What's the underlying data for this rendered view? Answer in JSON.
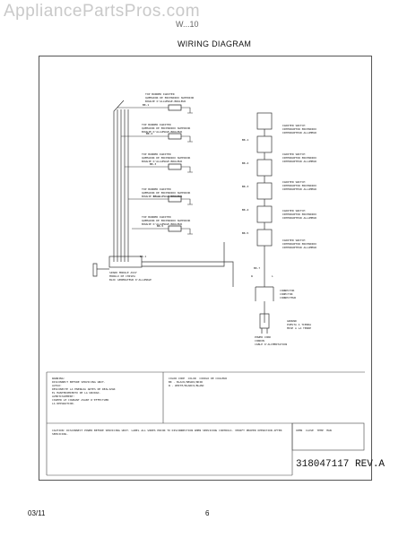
{
  "header": {
    "watermark": "AppliancePartsPros.com",
    "model_text": "W...10",
    "title": "WIRING DIAGRAM"
  },
  "diagram": {
    "burners": [
      {
        "tag": "TOP BURNER IGNITER",
        "es": "QUEMADOR DE ENCENDIDO SUPERIOR",
        "fr": "BOUGIE D'ALLUMAGE-BRULEUR",
        "wire": "BK-1"
      },
      {
        "tag": "TOP BURNER IGNITER",
        "es": "QUEMADOR DE ENCENDIDO SUPERIOR",
        "fr": "BOUGIE D'ALLUMAGE-BRULEUR",
        "wire": "BK-2"
      },
      {
        "tag": "TOP BURNER IGNITER",
        "es": "QUEMADOR DE ENCENDIDO SUPERIOR",
        "fr": "BOUGIE D'ALLUMAGE-BRULEUR",
        "wire": "BK-3"
      },
      {
        "tag": "TOP BURNER IGNITER",
        "es": "QUEMADOR DE ENCENDIDO SUPERIOR",
        "fr": "BOUGIE D'ALLUMAGE-BRULEUR",
        "wire": "BK-4"
      },
      {
        "tag": "TOP BURNER IGNITER",
        "es": "QUEMADOR DE ENCENDIDO SUPERIOR",
        "fr": "BOUGIE D'ALLUMAGE-BRULEUR",
        "wire": "BK-5"
      }
    ],
    "switches": [
      {
        "en": "IGNITER SWITCH",
        "es": "INTERRUPTOR ENCENDIDO",
        "fr": "INTERRUPTEUR ALLUMEUR",
        "wire": "BK-1"
      },
      {
        "en": "IGNITER SWITCH",
        "es": "INTERRUPTOR ENCENDIDO",
        "fr": "INTERRUPTEUR ALLUMEUR",
        "wire": "BK-2"
      },
      {
        "en": "IGNITER SWITCH",
        "es": "INTERRUPTOR ENCENDIDO",
        "fr": "INTERRUPTEUR ALLUMEUR",
        "wire": "BK-3"
      },
      {
        "en": "IGNITER SWITCH",
        "es": "INTERRUPTOR ENCENDIDO",
        "fr": "INTERRUPTEUR ALLUMEUR",
        "wire": "BK-4"
      },
      {
        "en": "IGNITER SWITCH",
        "es": "INTERRUPTOR ENCENDIDO",
        "fr": "INTERRUPTEUR ALLUMEUR",
        "wire": "BK-5"
      }
    ],
    "spark_module": {
      "en": "SPARK MODULE ASSY",
      "es": "MODULO DE CHISPA",
      "fr": "BLOC GENERATEUR D'ALLUMAGE",
      "wire": "BK-1"
    },
    "connector": {
      "en": "CONNECTOR",
      "es": "CONECTOR",
      "fr": "CONNECTEUR",
      "w": "W",
      "l": "L",
      "bk": "BK-7"
    },
    "ground": {
      "en": "GROUND",
      "es": "PUESTA A TIERRA",
      "fr": "MISE A LA TERRE"
    },
    "power_cord": {
      "en": "POWER CORD",
      "es": "CORDON",
      "fr": "CABLE D'ALIMENTATION"
    },
    "warning": {
      "en1": "WARNING:",
      "en2": "DISCONNECT BEFORE SERVICING UNIT.",
      "es1": "AVISO:",
      "es2": "DESCONECTE LA ENERGIA ANTES DE REALIZAR",
      "es3": "EL MANTENIMIENTO DE LA UNIDAD.",
      "fr1": "AVERTISSEMENT:",
      "fr2": "COUPER LE COURANT AVANT D'EFFECTUER",
      "fr3": "LA REPARATION."
    },
    "color_code": {
      "title": "COLOR CODE  COLOR  CODIGO DE COULEUR",
      "bk": "BK - BLACK/NEGRO/NOIR",
      "w": "W - WHITE/BLANCO/BLANC"
    },
    "caution_text": "CAUTION: DISCONNECT POWER BEFORE SERVICING UNIT. LABEL ALL WIRES PRIOR TO DISCONNECTION WHEN SERVICING CONTROLS. VERIFY PROPER OPERATION AFTER SERVICING.",
    "table_header": "OPEN  CLOSE  TEMP  MAN",
    "part_number": "318047117 REV.A"
  },
  "footer": {
    "date": "03/11",
    "page": "6"
  }
}
